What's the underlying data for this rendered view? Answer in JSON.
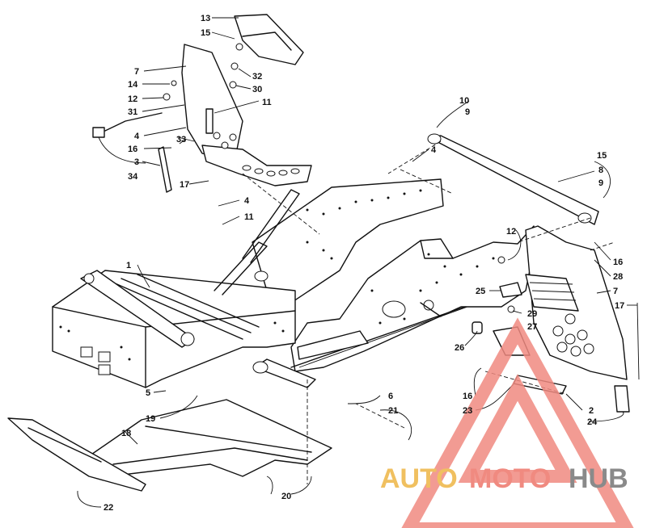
{
  "diagram": {
    "callouts": [
      {
        "id": "c13a",
        "text": "13"
      },
      {
        "id": "c15a",
        "text": "15"
      },
      {
        "id": "c7a",
        "text": "7"
      },
      {
        "id": "c14",
        "text": "14"
      },
      {
        "id": "c12a",
        "text": "12"
      },
      {
        "id": "c31",
        "text": "31"
      },
      {
        "id": "c32",
        "text": "32"
      },
      {
        "id": "c30",
        "text": "30"
      },
      {
        "id": "c11a",
        "text": "11"
      },
      {
        "id": "c4a",
        "text": "4"
      },
      {
        "id": "c33",
        "text": "33"
      },
      {
        "id": "c16a",
        "text": "16"
      },
      {
        "id": "c3",
        "text": "3"
      },
      {
        "id": "c34",
        "text": "34"
      },
      {
        "id": "c17a",
        "text": "17"
      },
      {
        "id": "c4b",
        "text": "4"
      },
      {
        "id": "c11b",
        "text": "11"
      },
      {
        "id": "c10",
        "text": "10"
      },
      {
        "id": "c9a",
        "text": "9"
      },
      {
        "id": "c4c",
        "text": "4"
      },
      {
        "id": "c15b",
        "text": "15"
      },
      {
        "id": "c8",
        "text": "8"
      },
      {
        "id": "c9b",
        "text": "9"
      },
      {
        "id": "c1",
        "text": "1"
      },
      {
        "id": "c12b",
        "text": "12"
      },
      {
        "id": "c16b",
        "text": "16"
      },
      {
        "id": "c28",
        "text": "28"
      },
      {
        "id": "c25",
        "text": "25"
      },
      {
        "id": "c7b",
        "text": "7"
      },
      {
        "id": "c17b",
        "text": "17"
      },
      {
        "id": "c29",
        "text": "29"
      },
      {
        "id": "c27",
        "text": "27"
      },
      {
        "id": "c26",
        "text": "26"
      },
      {
        "id": "c5",
        "text": "5"
      },
      {
        "id": "c19",
        "text": "19"
      },
      {
        "id": "c6",
        "text": "6"
      },
      {
        "id": "c21",
        "text": "21"
      },
      {
        "id": "c16c",
        "text": "16"
      },
      {
        "id": "c23",
        "text": "23"
      },
      {
        "id": "c2",
        "text": "2"
      },
      {
        "id": "c24",
        "text": "24"
      },
      {
        "id": "c18",
        "text": "18"
      },
      {
        "id": "c20",
        "text": "20"
      },
      {
        "id": "c22",
        "text": "22"
      }
    ]
  },
  "watermark": {
    "word_auto": "AUTO",
    "word_moto": "MOTO",
    "word_hub": "HUB",
    "colors": {
      "auto": "#f0c060",
      "moto": "#f08a80",
      "hub": "#8a8a8a",
      "triangle": "#f08a80"
    }
  }
}
